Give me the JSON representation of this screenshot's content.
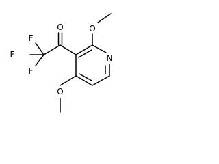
{
  "molecule": {
    "atoms": {
      "carbonyl_oxygen": "O",
      "methoxy_oxygen_top": "O",
      "methoxy_oxygen_bottom": "O",
      "ring_nitrogen": "N",
      "fluorine_left": "F",
      "fluorine_top": "F",
      "fluorine_bottom": "F"
    }
  }
}
